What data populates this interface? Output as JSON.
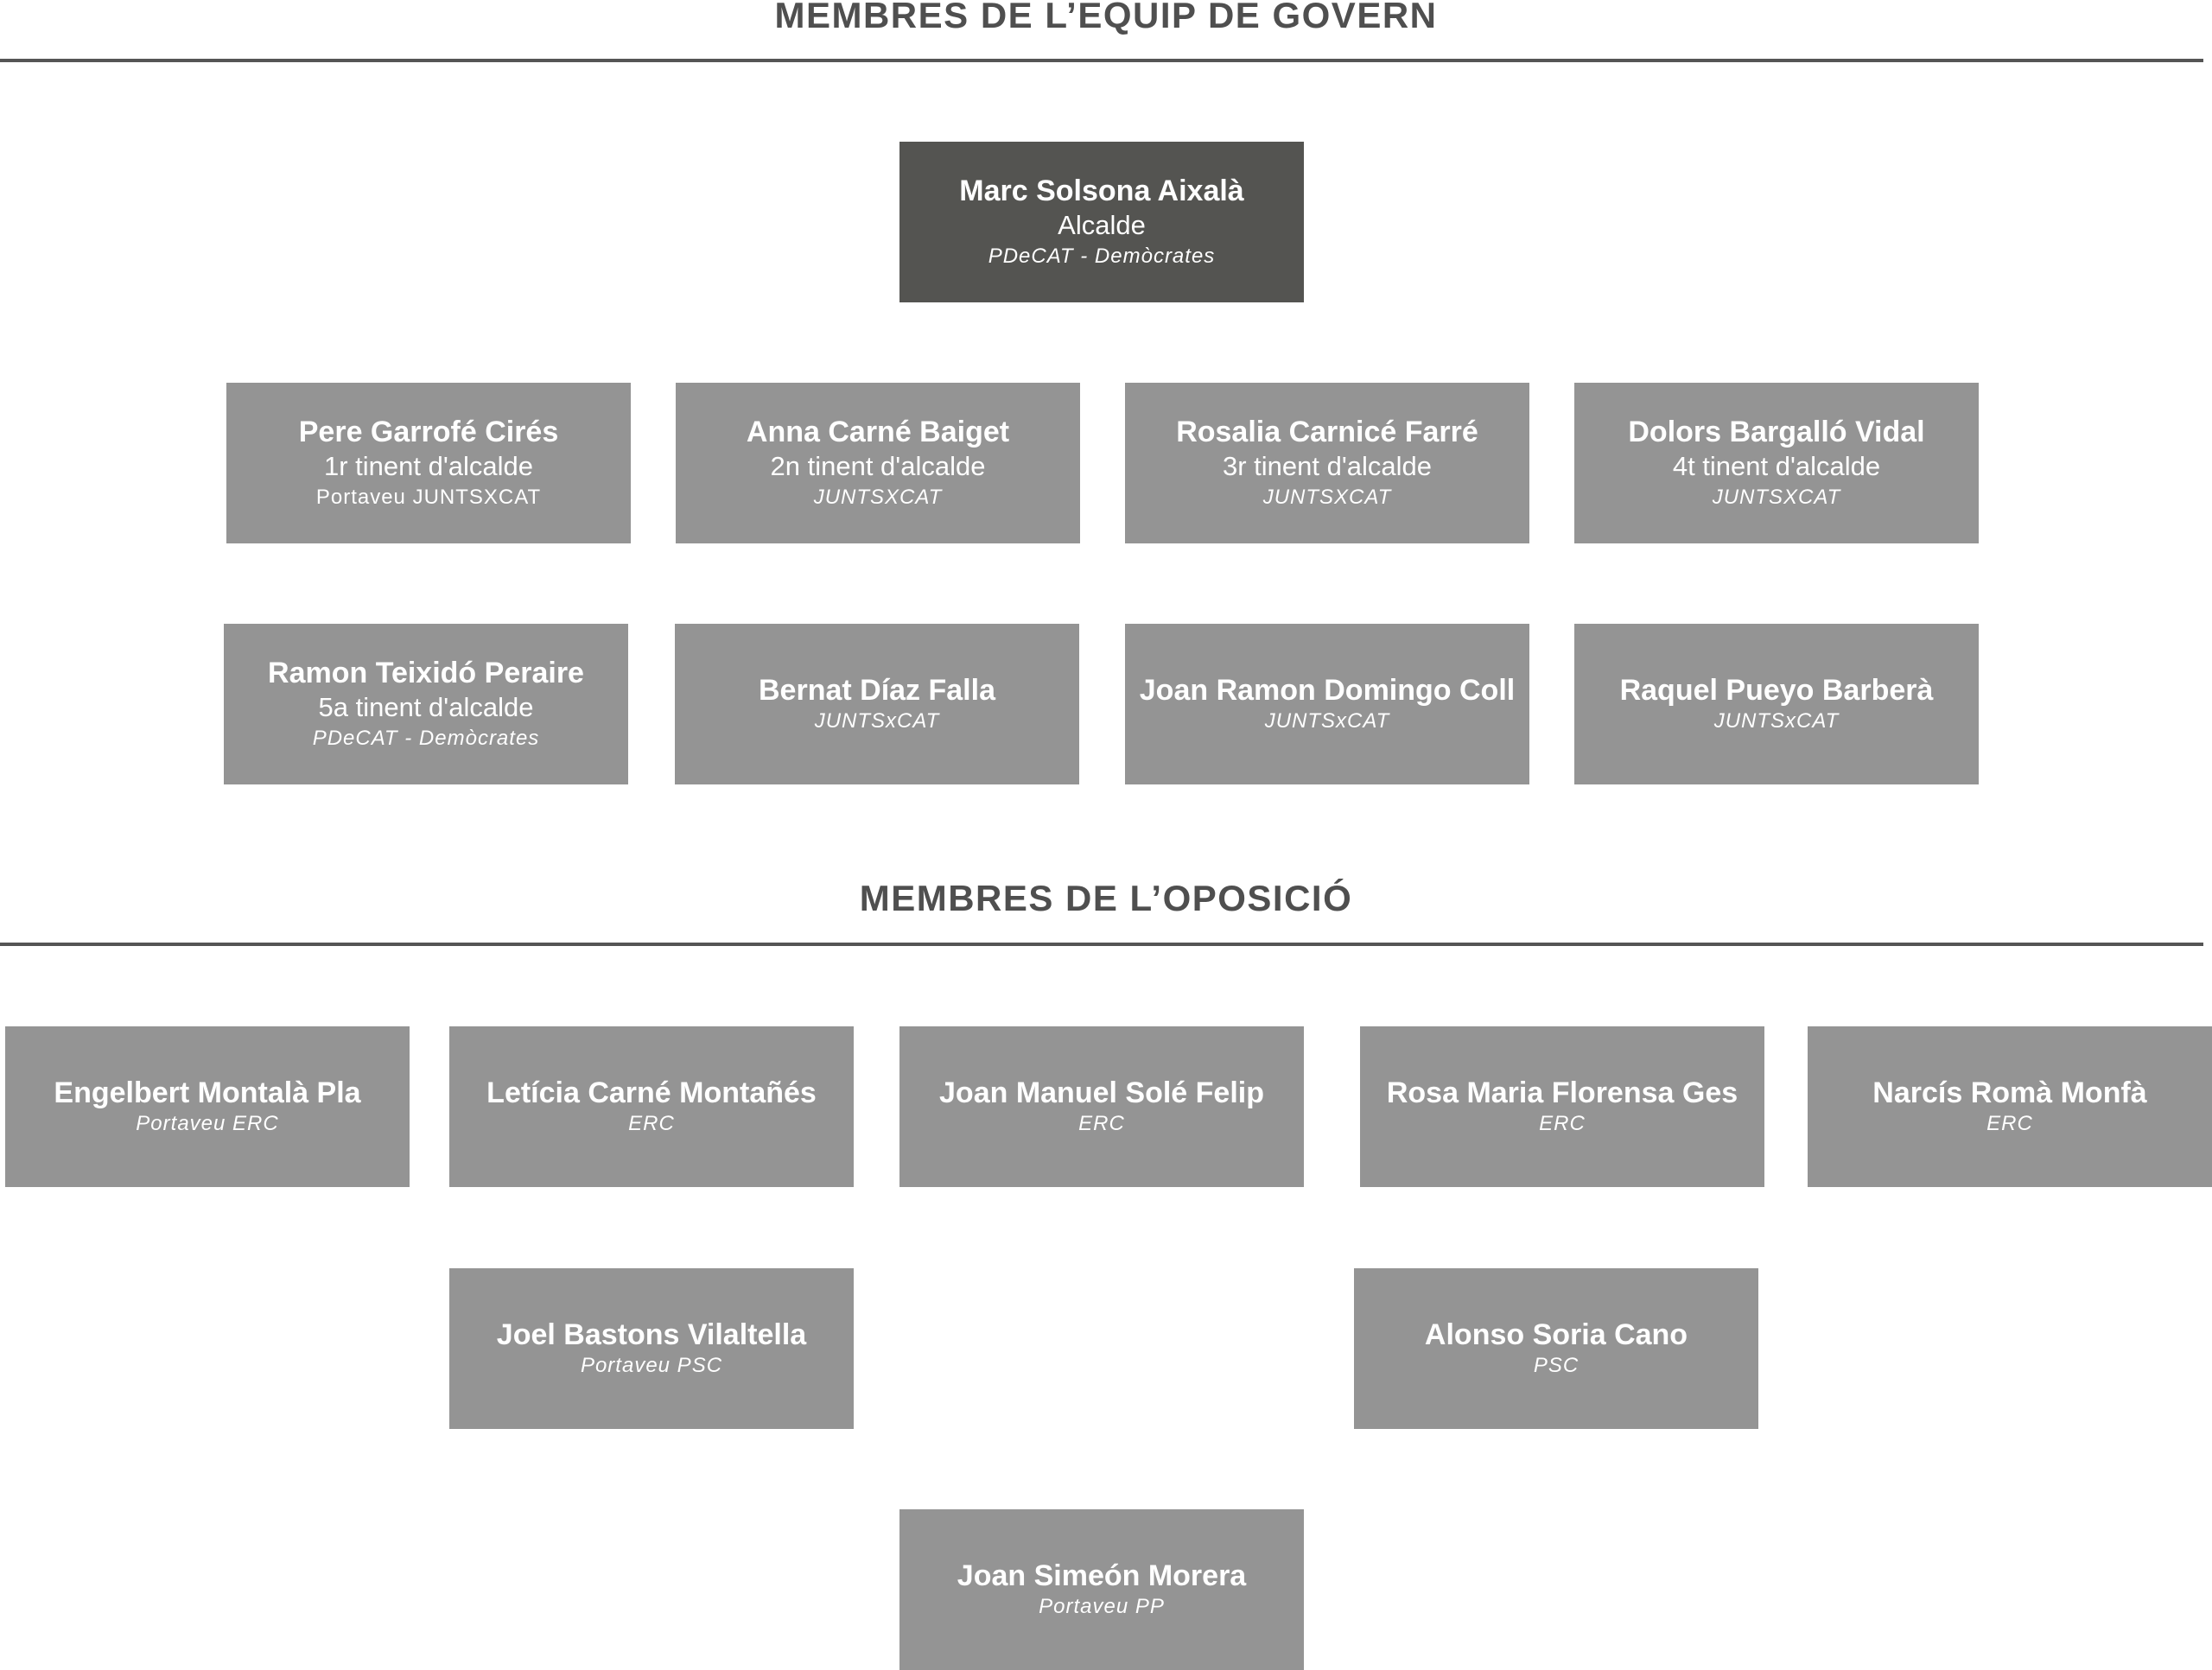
{
  "sections": {
    "govern": {
      "title": "MEMBRES DE L’EQUIP DE GOVERN"
    },
    "oposicio": {
      "title": "MEMBRES DE L’OPOSICIÓ"
    }
  },
  "govern_members": [
    {
      "name": "Marc  Solsona Aixalà",
      "role": "Alcalde",
      "party": "PDeCAT - Demòcrates"
    },
    {
      "name": "Pere Garrofé Cirés",
      "role": "1r tinent d'alcalde",
      "party": "Portaveu JUNTSXCAT"
    },
    {
      "name": "Anna Carné Baiget",
      "role": "2n tinent d'alcalde",
      "party": "JUNTSXCAT"
    },
    {
      "name": "Rosalia Carnicé Farré",
      "role": "3r tinent d'alcalde",
      "party": "JUNTSXCAT"
    },
    {
      "name": "Dolors Bargalló Vidal",
      "role": "4t tinent d'alcalde",
      "party": "JUNTSXCAT"
    },
    {
      "name": "Ramon Teixidó Peraire",
      "role": "5a tinent d'alcalde",
      "party": "PDeCAT - Demòcrates"
    },
    {
      "name": "Bernat Díaz Falla",
      "party": "JUNTSxCAT"
    },
    {
      "name": "Joan Ramon Domingo Coll",
      "party": "JUNTSxCAT"
    },
    {
      "name": "Raquel Pueyo Barberà",
      "party": "JUNTSxCAT"
    }
  ],
  "oposicio_members": [
    {
      "name": "Engelbert Montalà Pla",
      "party": "Portaveu  ERC"
    },
    {
      "name": "Letícia Carné Montañés",
      "party": "ERC"
    },
    {
      "name": "Joan Manuel Solé Felip",
      "party": "ERC"
    },
    {
      "name": "Rosa Maria Florensa Ges",
      "party": "ERC"
    },
    {
      "name": "Narcís Romà Monfà",
      "party": "ERC"
    },
    {
      "name": "Joel Bastons Vilaltella",
      "party": "Portaveu PSC"
    },
    {
      "name": "Alonso Soria Cano",
      "party": "PSC"
    },
    {
      "name": "Joan Simeón Morera",
      "party": "Portaveu PP"
    }
  ],
  "colors": {
    "mayor_box": "#545451",
    "member_box": "#949494",
    "heading_text": "#4f4f4f",
    "rule": "#555555"
  }
}
